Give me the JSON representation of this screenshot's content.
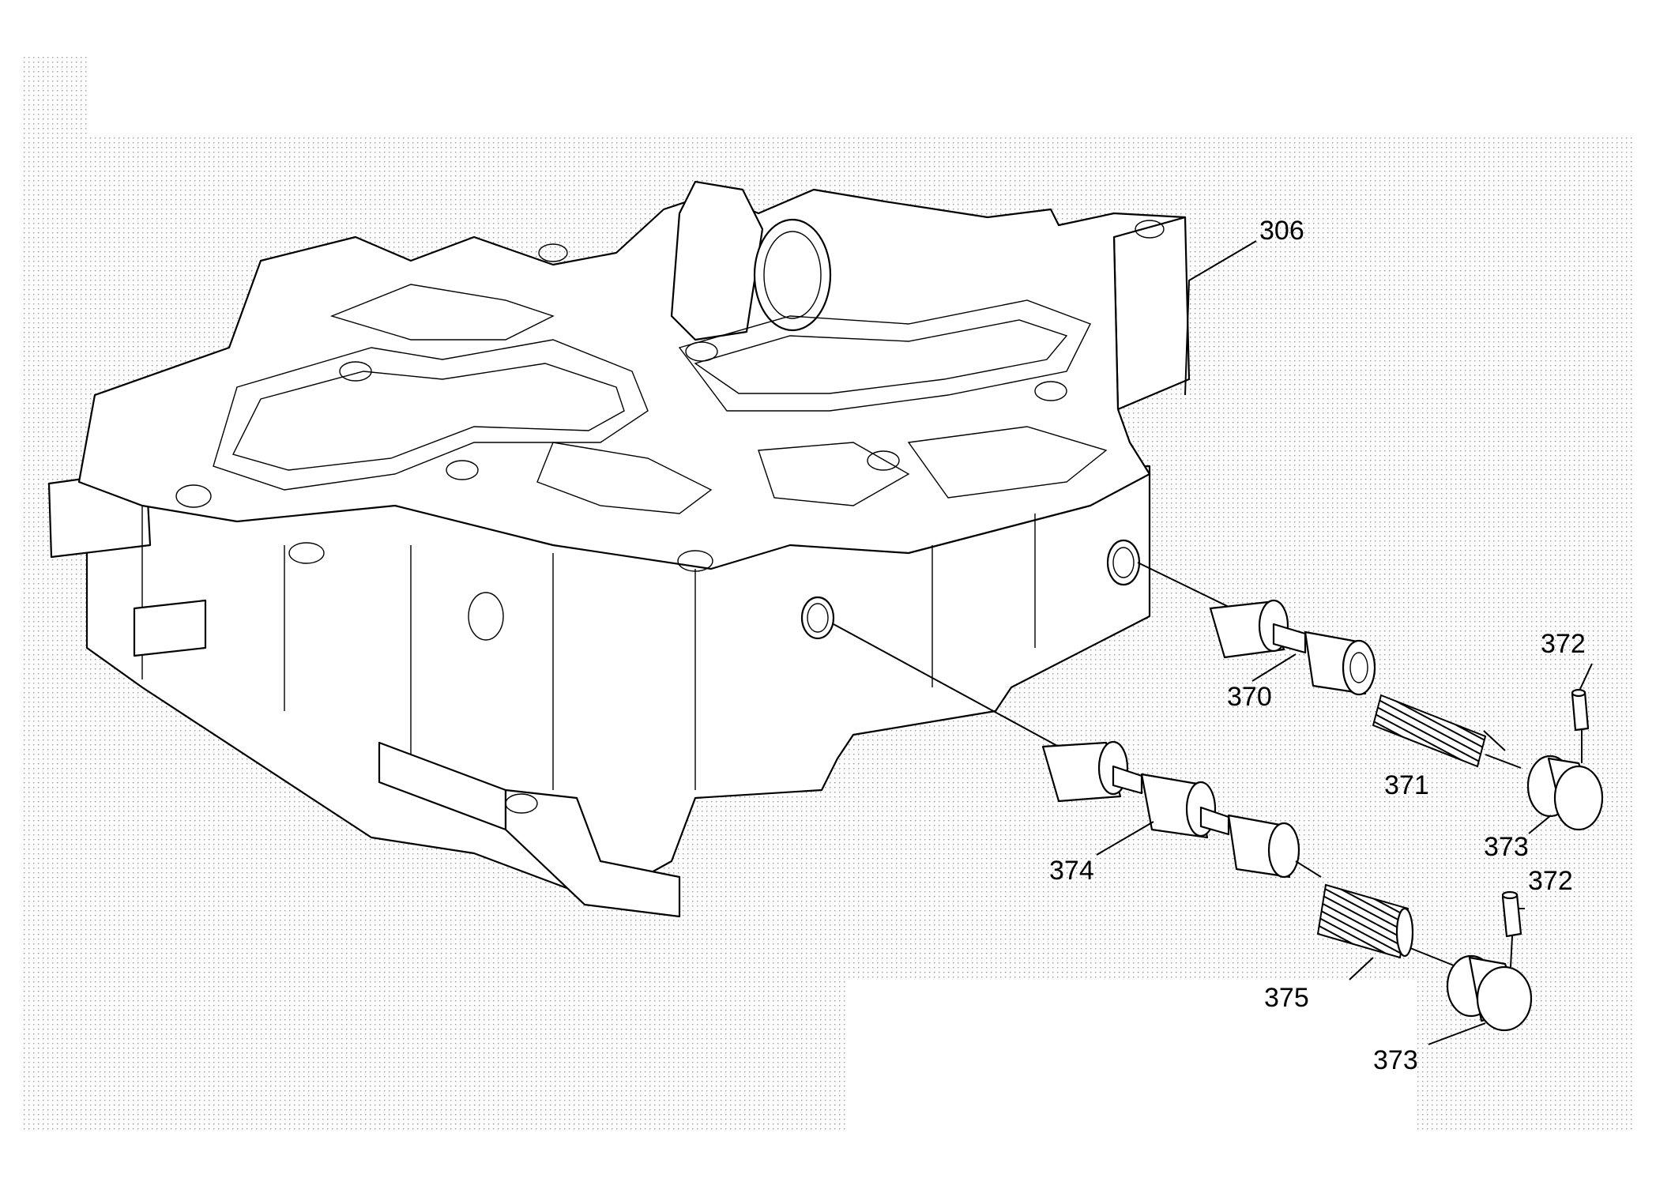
{
  "diagram": {
    "callouts": {
      "c306": "306",
      "c370": "370",
      "c371": "371",
      "c372a": "372",
      "c373a": "373",
      "c374": "374",
      "c372b": "372",
      "c375": "375",
      "c373b": "373"
    }
  }
}
